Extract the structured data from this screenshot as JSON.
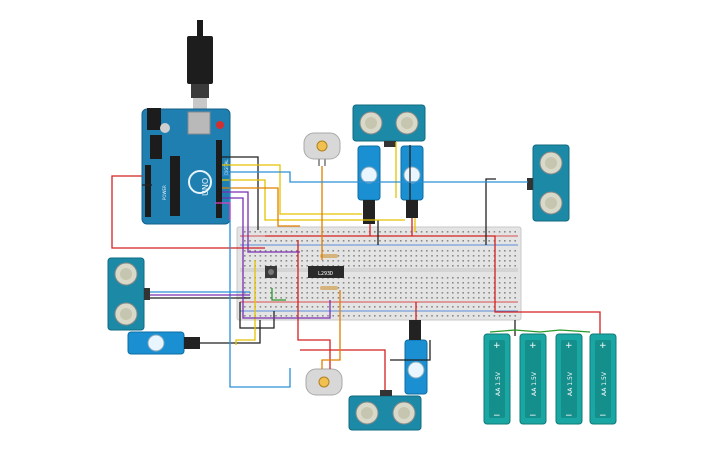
{
  "arduino": {
    "brand": "UNO",
    "label_digital": "DIGITAL",
    "label_power": "POWER",
    "label_analog": "ANALOG IN"
  },
  "driver_chip": {
    "label": "L293D"
  },
  "batteries": [
    {
      "label": "AA 1.5V",
      "plus": "+",
      "minus": "−"
    },
    {
      "label": "AA 1.5V",
      "plus": "+",
      "minus": "−"
    },
    {
      "label": "AA 1.5V",
      "plus": "+",
      "minus": "−"
    },
    {
      "label": "AA 1.5V",
      "plus": "+",
      "minus": "−"
    }
  ],
  "colors": {
    "pcb": "#1f7fb0",
    "servo": "#1a8fd1",
    "battery": "#1aa7a3",
    "breadboard": "#e4e4e4",
    "wire_red": "#d42020",
    "wire_black": "#222222",
    "wire_yellow": "#e5c200",
    "wire_orange": "#e08000",
    "wire_blue": "#2c8fd6",
    "wire_purple": "#7a2fb0",
    "wire_green": "#2a9a2a",
    "wire_pink": "#e040c0"
  }
}
